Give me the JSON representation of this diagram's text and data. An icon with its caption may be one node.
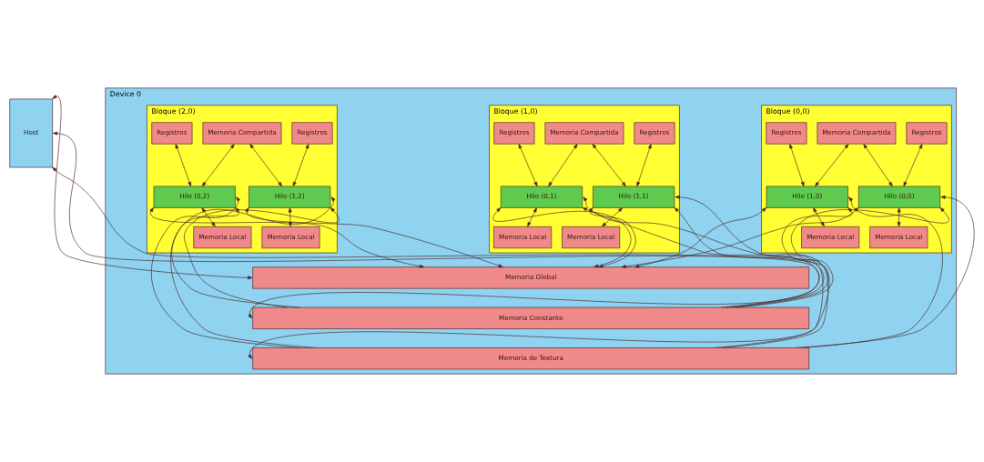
{
  "diagram": {
    "nodes": [
      {
        "text": [
          "Host"
        ]
      },
      {
        "text": [
          "Device 0"
        ]
      },
      {
        "text": [
          "Bloque (0,0)"
        ],
        "in": 1
      },
      {
        "text": [
          "Memoria Compartida"
        ],
        "in": 2
      },
      {
        "text": [
          "Registros"
        ],
        "in": 2
      },
      {
        "text": [
          "Registros"
        ],
        "in": 2
      },
      {
        "text": [
          "Hilo (0,0)"
        ],
        "in": 2
      },
      {
        "text": [
          "Hilo (1,0)"
        ],
        "in": 2
      },
      {
        "text": [
          "Memoria Local"
        ],
        "in": 2
      },
      {
        "text": [
          "Memoria Local"
        ],
        "in": 2
      },
      {
        "text": [
          "Bloque (1,0)"
        ],
        "in": 1
      },
      {
        "text": [
          "Memoria Compartida"
        ],
        "in": 10
      },
      {
        "text": [
          "Registros"
        ],
        "in": 10
      },
      {
        "text": [
          "Registros"
        ],
        "in": 10
      },
      {
        "text": [
          "Hilo (0,1)"
        ],
        "in": 10
      },
      {
        "text": [
          "Hilo (1,1)"
        ],
        "in": 10
      },
      {
        "text": [
          "Memoria Local"
        ],
        "in": 10
      },
      {
        "text": [
          "Memoria Local"
        ],
        "in": 10
      },
      {
        "text": [
          "Bloque (2,0)"
        ],
        "in": 1
      },
      {
        "text": [
          "Memoria Compartida"
        ],
        "in": 18
      },
      {
        "text": [
          "Registros"
        ],
        "in": 18
      },
      {
        "text": [
          "Registros"
        ],
        "in": 18
      },
      {
        "text": [
          "Hilo (0,2)"
        ],
        "in": 18
      },
      {
        "text": [
          "Hilo (1,2)"
        ],
        "in": 18
      },
      {
        "text": [
          "Memoria Local"
        ],
        "in": 18
      },
      {
        "text": [
          "Memoria Local"
        ],
        "in": 18
      },
      {
        "text": [
          "Memoria Global"
        ],
        "in": 1
      },
      {
        "text": [
          "Memoria Constante"
        ],
        "in": 1
      },
      {
        "text": [
          "Memoria de Textura"
        ],
        "in": 1
      }
    ],
    "edges": [
      {
        "from": 4,
        "to": 6,
        "arrow": "both"
      },
      {
        "from": 3,
        "to": 6,
        "arrow": "both"
      },
      {
        "from": 5,
        "to": 7,
        "arrow": "both"
      },
      {
        "from": 3,
        "to": 7,
        "arrow": "both"
      },
      {
        "from": 6,
        "to": 8,
        "arrow": "both"
      },
      {
        "from": 7,
        "to": 9,
        "arrow": "both"
      },
      {
        "from": 6,
        "to": 26,
        "arrow": "both"
      },
      {
        "from": 27,
        "to": 6,
        "arrow": "to"
      },
      {
        "from": 28,
        "to": 6,
        "arrow": "to"
      },
      {
        "from": 7,
        "to": 26,
        "arrow": "both"
      },
      {
        "from": 27,
        "to": 7,
        "arrow": "to"
      },
      {
        "from": 28,
        "to": 7,
        "arrow": "to"
      },
      {
        "from": 12,
        "to": 14,
        "arrow": "both"
      },
      {
        "from": 11,
        "to": 14,
        "arrow": "both"
      },
      {
        "from": 13,
        "to": 15,
        "arrow": "both"
      },
      {
        "from": 11,
        "to": 15,
        "arrow": "both"
      },
      {
        "from": 14,
        "to": 16,
        "arrow": "both"
      },
      {
        "from": 15,
        "to": 17,
        "arrow": "both"
      },
      {
        "from": 14,
        "to": 26,
        "arrow": "both"
      },
      {
        "from": 27,
        "to": 14,
        "arrow": "to"
      },
      {
        "from": 28,
        "to": 14,
        "arrow": "to"
      },
      {
        "from": 15,
        "to": 26,
        "arrow": "both"
      },
      {
        "from": 27,
        "to": 15,
        "arrow": "to"
      },
      {
        "from": 28,
        "to": 15,
        "arrow": "to"
      },
      {
        "from": 20,
        "to": 22,
        "arrow": "both"
      },
      {
        "from": 19,
        "to": 22,
        "arrow": "both"
      },
      {
        "from": 21,
        "to": 23,
        "arrow": "both"
      },
      {
        "from": 19,
        "to": 23,
        "arrow": "both"
      },
      {
        "from": 22,
        "to": 24,
        "arrow": "both"
      },
      {
        "from": 23,
        "to": 25,
        "arrow": "both"
      },
      {
        "from": 22,
        "to": 26,
        "arrow": "both"
      },
      {
        "from": 27,
        "to": 22,
        "arrow": "to"
      },
      {
        "from": 28,
        "to": 22,
        "arrow": "to"
      },
      {
        "from": 23,
        "to": 26,
        "arrow": "both"
      },
      {
        "from": 27,
        "to": 23,
        "arrow": "to"
      },
      {
        "from": 28,
        "to": 23,
        "arrow": "to"
      },
      {
        "from": 0,
        "to": 26,
        "arrow": "both"
      },
      {
        "from": 0,
        "to": 27,
        "arrow": "both"
      },
      {
        "from": 0,
        "to": 28,
        "arrow": "both"
      }
    ]
  }
}
